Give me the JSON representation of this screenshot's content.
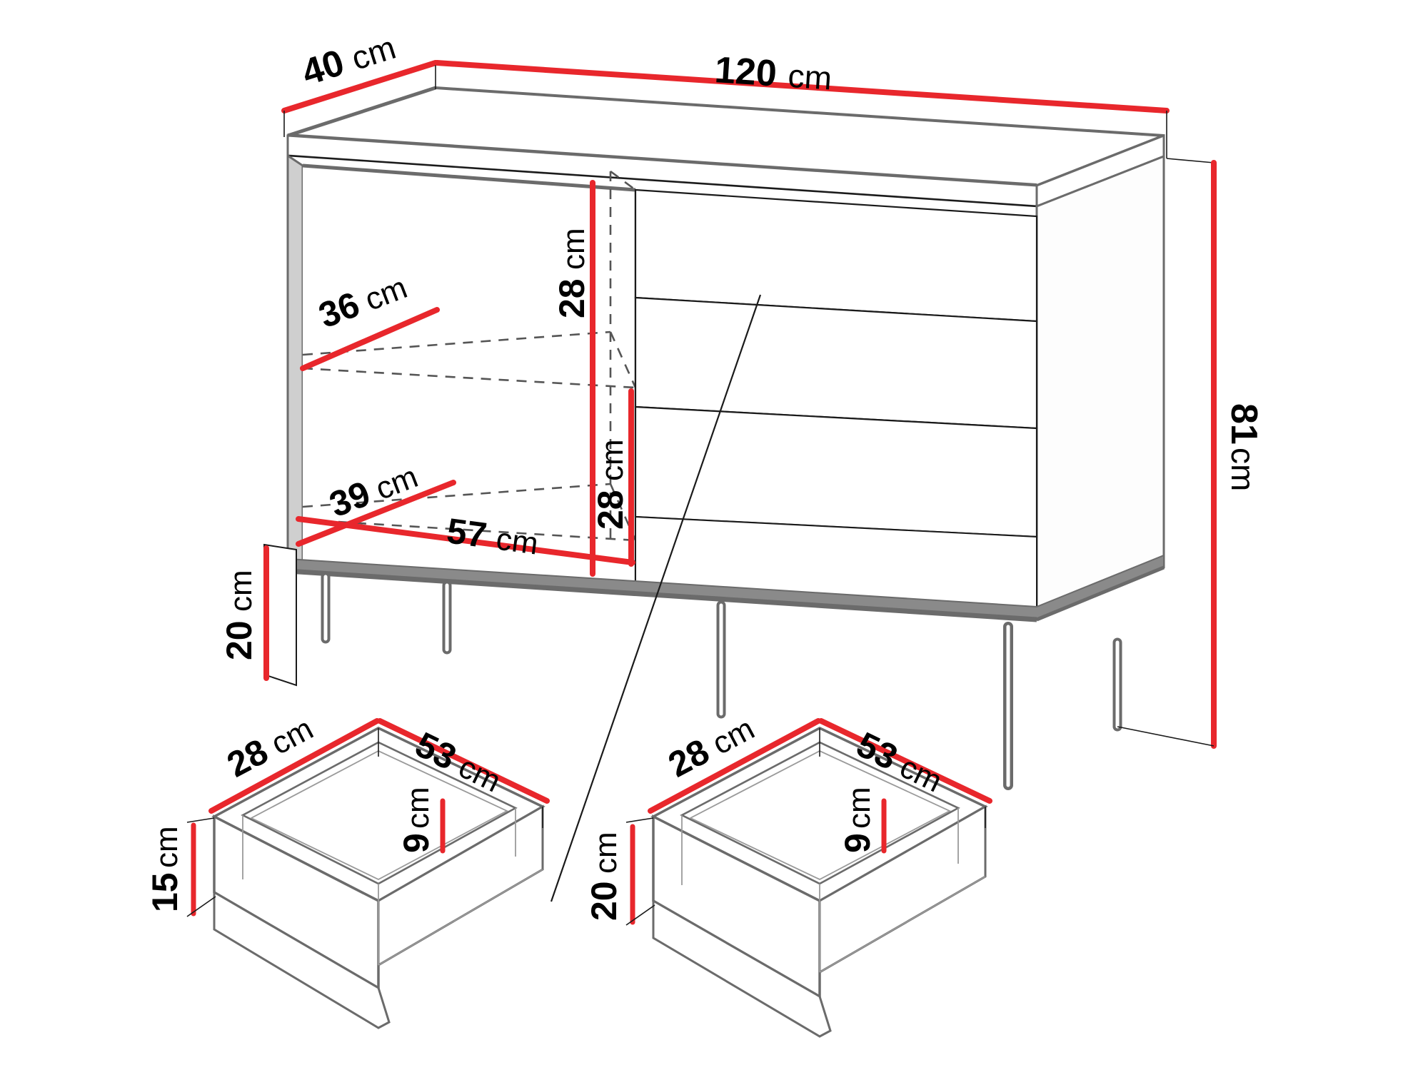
{
  "diagram": {
    "title": "Sideboard technical dimension drawing",
    "unit": "cm",
    "colors": {
      "dimension_line": "#e8272c",
      "outline": "#1a1a1a",
      "body_edge": "#6b6b6b",
      "hidden_line": "#555555",
      "background": "#ffffff",
      "text": "#000000"
    },
    "cabinet": {
      "name": "sideboard",
      "dimensions": {
        "depth": {
          "value": "40",
          "unit": "cm"
        },
        "width": {
          "value": "120",
          "unit": "cm"
        },
        "height": {
          "value": "81",
          "unit": "cm"
        },
        "leg_height": {
          "value": "20",
          "unit": "cm"
        }
      },
      "interior": {
        "upper_shelf_depth": {
          "value": "36",
          "unit": "cm"
        },
        "upper_compartment_height": {
          "value": "28",
          "unit": "cm"
        },
        "lower_shelf_depth": {
          "value": "39",
          "unit": "cm"
        },
        "lower_compartment_height": {
          "value": "28",
          "unit": "cm"
        },
        "compartment_width": {
          "value": "57",
          "unit": "cm"
        }
      },
      "drawer_front_count": 3
    },
    "drawer_small": {
      "name": "small-drawer",
      "dimensions": {
        "depth": {
          "value": "28",
          "unit": "cm"
        },
        "width": {
          "value": "53",
          "unit": "cm"
        },
        "front_height": {
          "value": "15",
          "unit": "cm"
        },
        "inner_height": {
          "value": "9",
          "unit": "cm"
        }
      }
    },
    "drawer_large": {
      "name": "large-drawer",
      "dimensions": {
        "depth": {
          "value": "28",
          "unit": "cm"
        },
        "width": {
          "value": "53",
          "unit": "cm"
        },
        "front_height": {
          "value": "20",
          "unit": "cm"
        },
        "inner_height": {
          "value": "9",
          "unit": "cm"
        }
      }
    },
    "labels": {
      "depth_40": {
        "num": "40",
        "unit": "cm"
      },
      "width_120": {
        "num": "120",
        "unit": "cm"
      },
      "height_81": {
        "num": "81",
        "unit": "cm"
      },
      "shelf_36": {
        "num": "36",
        "unit": "cm"
      },
      "comp_upper_28": {
        "num": "28",
        "unit": "cm"
      },
      "shelf_39": {
        "num": "39",
        "unit": "cm"
      },
      "comp_lower_28": {
        "num": "28",
        "unit": "cm"
      },
      "comp_width_57": {
        "num": "57",
        "unit": "cm"
      },
      "leg_20": {
        "num": "20",
        "unit": "cm"
      },
      "sd_depth_28": {
        "num": "28",
        "unit": "cm"
      },
      "sd_width_53": {
        "num": "53",
        "unit": "cm"
      },
      "sd_height_15": {
        "num": "15",
        "unit": "cm"
      },
      "sd_inner_9": {
        "num": "9",
        "unit": "cm"
      },
      "ld_depth_28": {
        "num": "28",
        "unit": "cm"
      },
      "ld_width_53": {
        "num": "53",
        "unit": "cm"
      },
      "ld_height_20": {
        "num": "20",
        "unit": "cm"
      },
      "ld_inner_9": {
        "num": "9",
        "unit": "cm"
      }
    }
  }
}
